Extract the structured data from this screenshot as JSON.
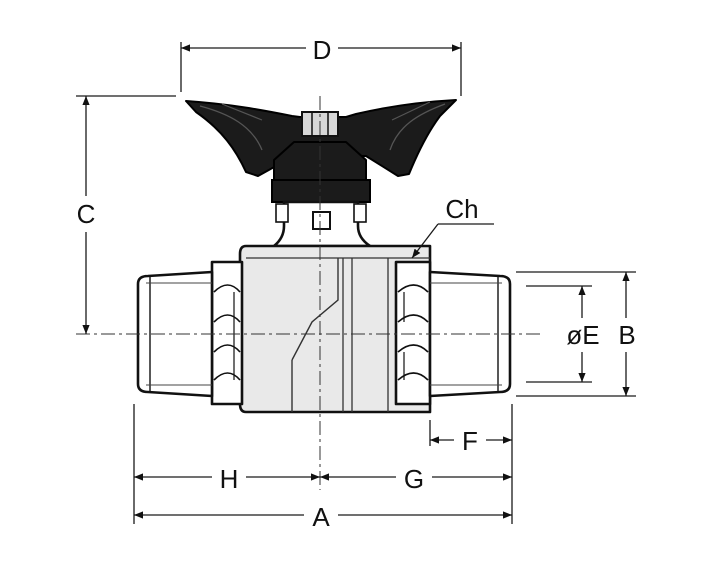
{
  "diagram": {
    "labels": {
      "D": "D",
      "C": "C",
      "Ch": "Ch",
      "E": "øE",
      "B": "B",
      "F": "F",
      "H": "H",
      "G": "G",
      "A": "A"
    },
    "colors": {
      "line": "#111111",
      "handle": "#1b1b1b",
      "body": "#e9e9e9",
      "background": "#ffffff"
    }
  }
}
